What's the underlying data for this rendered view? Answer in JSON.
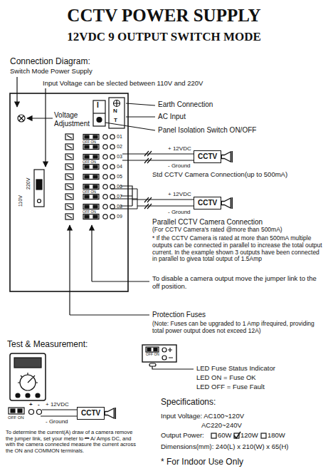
{
  "diagram": {
    "title": "CCTV POWER SUPPLY",
    "nodes": [
      {
        "text": [
          "CCTV"
        ]
      },
      {
        "text": [
          "CCTV"
        ]
      },
      {
        "text": [
          "CCTV"
        ]
      }
    ],
    "labels": [
      "12VDC 9 OUTPUT SWITCH MODE",
      "Connection Diagram:",
      "Switch Mode Power Supply",
      "Input Voltage can be slected between 110V and 220V",
      "Earth Connection",
      "AC Input",
      "Panel Isolation Switch ON/OFF",
      "Voltage Adjustment",
      "110V",
      "220V",
      "I",
      "N",
      "T",
      "01",
      "02",
      "03",
      "04",
      "05",
      "06",
      "07",
      "08",
      "09",
      "OFF ON",
      "OFF ON",
      "OFF ON",
      "OFF ON",
      "+ 12VDC",
      "- Ground",
      "Std CCTV Camera Connection(up to 500mA)",
      "+ 12VDC",
      "- Ground",
      "Parallel CCTV Camera Connection",
      "(For CCTV Camera's rated @more than 500mA)",
      "* If the CCTV Camera is rated at more than 500mA multiple outputs can be connected in parallel to increase the total output current. In the example shown 3 outputs have been connected in parallel to givea total output of 1.5Amp",
      "To disable a camera output move the jumper link to the off position.",
      "Protection Fuses",
      "(Note: Fuses can be upgraded to 1 Amp ifrequired, providing total power output does not exceed 12A)",
      "Test & Measurement:",
      "OFF ON",
      "LED Fuse Status Indicator",
      "LED ON = Fuse OK",
      "LED OFF = Fuse Fault",
      "OFF ON",
      "+",
      "-",
      "+ 12VDC",
      "- Ground",
      "To determine the current(A) draw of a camera remove the jumper link, set your meter to ⎓ A/ Amps DC, and with the camera connected measure the current across the ON and COMMON terminals.",
      "Specifications:",
      "Input Voltage: AC100~120V",
      "AC220~240V",
      "Output Power:",
      "60W",
      "120W",
      "180W",
      "Dimensions(mm): 240(L) x 210(W) x 65(H)",
      "* For Indoor Use Only"
    ]
  }
}
